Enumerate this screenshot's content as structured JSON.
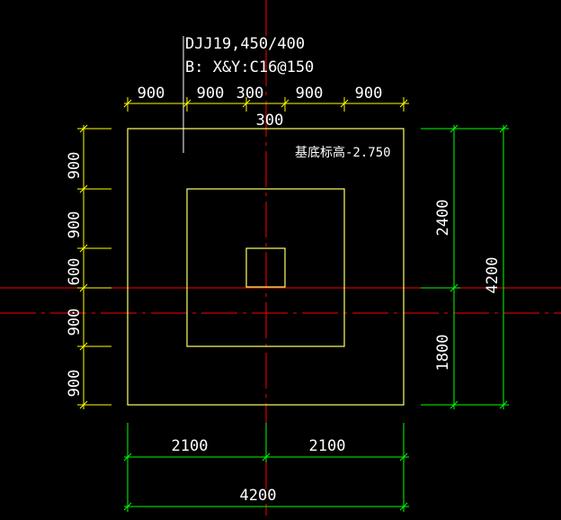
{
  "label": {
    "line1": "DJJ19,450/400",
    "line2": "B: X&Y:C16@150"
  },
  "elevation": "基底标高-2.750",
  "top_dims": [
    "900",
    "900",
    "300",
    "900",
    "900"
  ],
  "top_sub": "300",
  "left_dims": [
    "900",
    "900",
    "600",
    "900",
    "900"
  ],
  "right_dims": [
    "2400",
    "1800"
  ],
  "right_total": "4200",
  "bottom_dims": [
    "2100",
    "2100"
  ],
  "bottom_total": "4200",
  "colors": {
    "background": "#000000",
    "outline": "#ffff66",
    "dimension_yellow": "#ffff00",
    "dimension_green": "#00ff00",
    "axis_red": "#ff0000",
    "text": "#ffffff"
  }
}
